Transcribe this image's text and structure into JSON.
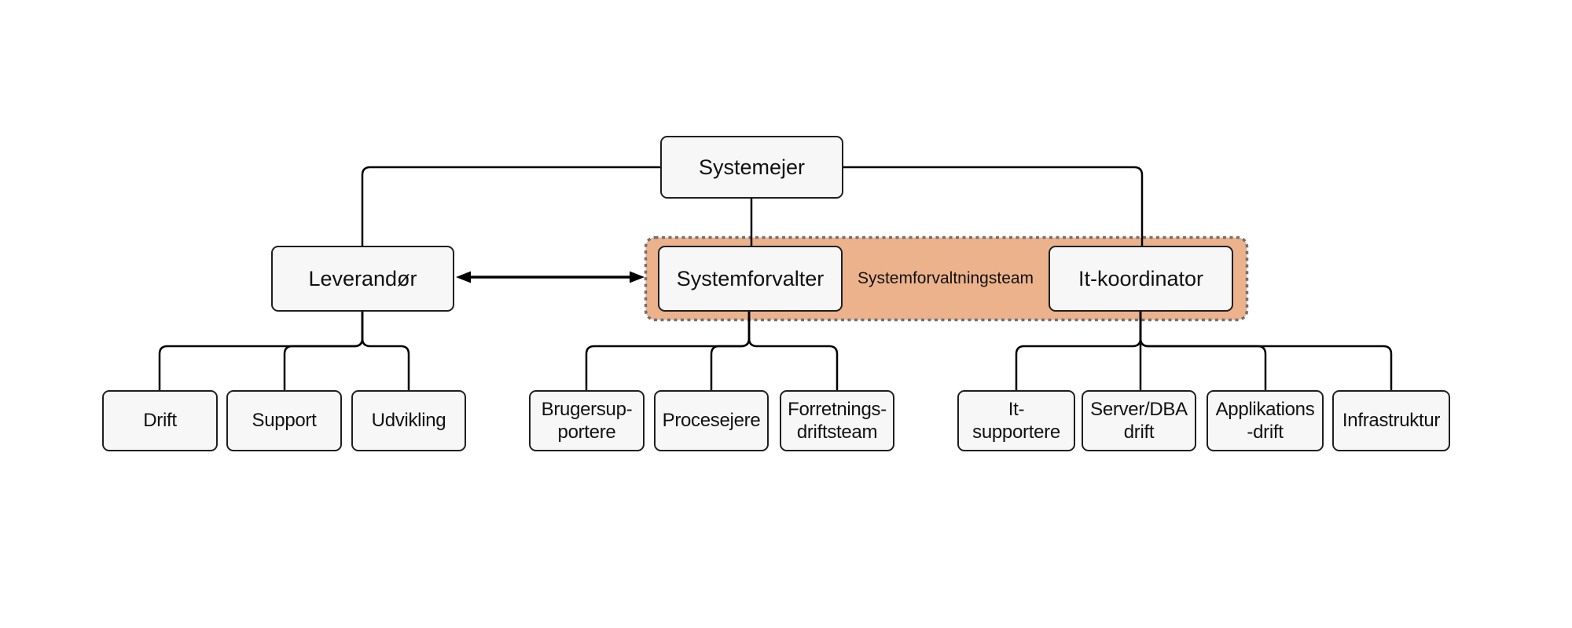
{
  "diagram": {
    "nodes": {
      "systemejer": "Systemejer",
      "leverandor": "Leverandør",
      "systemforvalter": "Systemforvalter",
      "it_koordinator": "It-koordinator",
      "drift": "Drift",
      "support": "Support",
      "udvikling": "Udvikling",
      "brugersupportere": "Brugersup-\nportere",
      "procesejere": "Procesejere",
      "forretningsdriftsteam": "Forretnings-\ndriftsteam",
      "it_supportere": "It-\nsupportere",
      "server_dba_drift": "Server/DBA\ndrift",
      "applikationsdrift": "Applikations\n-drift",
      "infrastruktur": "Infrastruktur"
    },
    "team_box": {
      "label": "Systemforvaltningsteam",
      "fill_color": "#ECB28C",
      "border_color": "#6F7074"
    },
    "colors": {
      "background": "#FFFFFF",
      "node_fill": "#F7F7F7",
      "node_border": "#1F1F1F",
      "connector": "#000000",
      "text": "#111111"
    }
  }
}
